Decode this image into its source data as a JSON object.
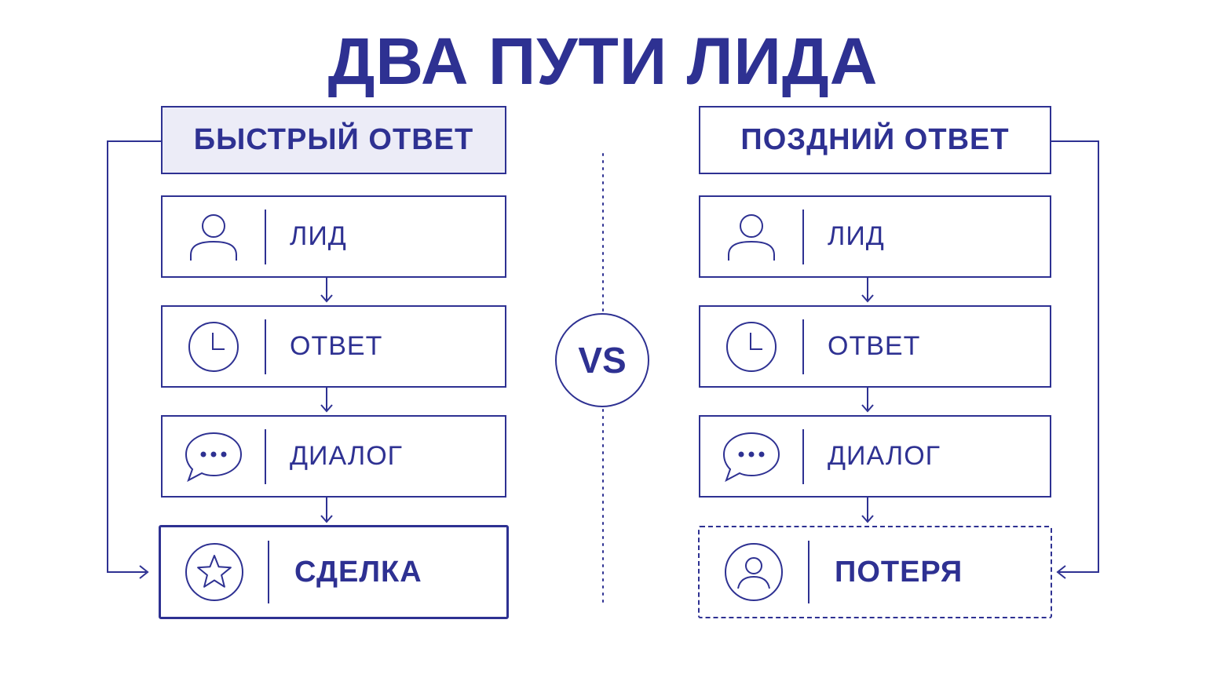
{
  "title": "ДВА ПУТИ ЛИДА",
  "vs_label": "VS",
  "left": {
    "header": "БЫСТРЫЙ ОТВЕТ",
    "steps": [
      {
        "label": "ЛИД",
        "icon": "user-icon"
      },
      {
        "label": "ОТВЕТ",
        "icon": "clock-icon"
      },
      {
        "label": "ДИАЛОГ",
        "icon": "chat-bubble-icon"
      },
      {
        "label": "СДЕЛКА",
        "icon": "star-icon"
      }
    ]
  },
  "right": {
    "header": "ПОЗДНИЙ ОТВЕТ",
    "steps": [
      {
        "label": "ЛИД",
        "icon": "user-icon"
      },
      {
        "label": "ОТВЕТ",
        "icon": "clock-icon"
      },
      {
        "label": "ДИАЛОГ",
        "icon": "chat-bubble-icon"
      },
      {
        "label": "ПОТЕРЯ",
        "icon": "user-circle-icon"
      }
    ]
  },
  "colors": {
    "accent": "#2e3192",
    "header_fill": "#ececf7",
    "background": "#ffffff"
  }
}
